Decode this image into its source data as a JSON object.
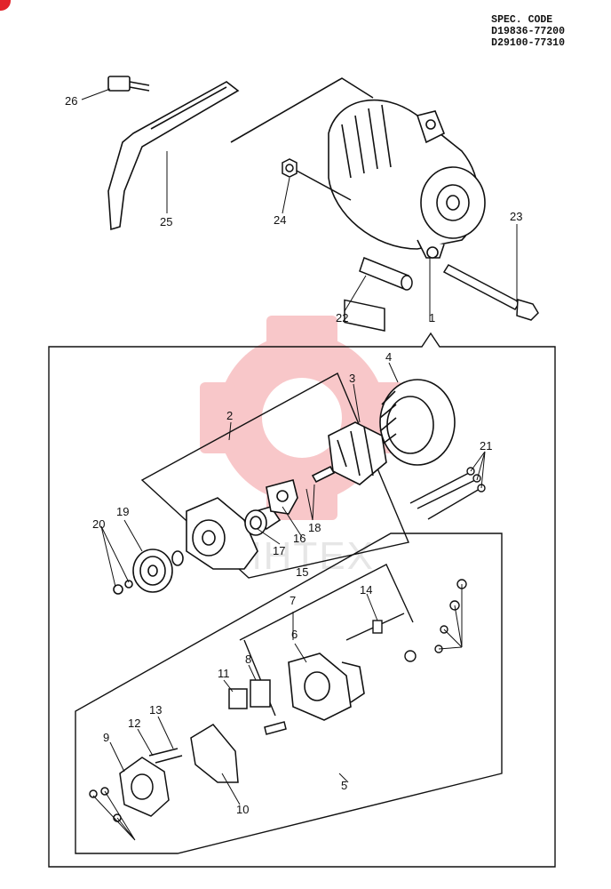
{
  "spec": {
    "title": "SPEC. CODE",
    "codes": [
      "D19836-77200",
      "D29100-77310"
    ]
  },
  "watermark": "MHTEX",
  "callouts": [
    "1",
    "2",
    "3",
    "4",
    "5",
    "6",
    "7",
    "8",
    "9",
    "10",
    "11",
    "12",
    "13",
    "14",
    "15",
    "16",
    "17",
    "18",
    "19",
    "20",
    "21",
    "22",
    "23",
    "24",
    "25",
    "26"
  ],
  "colors": {
    "line": "#111111",
    "watermark": "#e8393f"
  }
}
